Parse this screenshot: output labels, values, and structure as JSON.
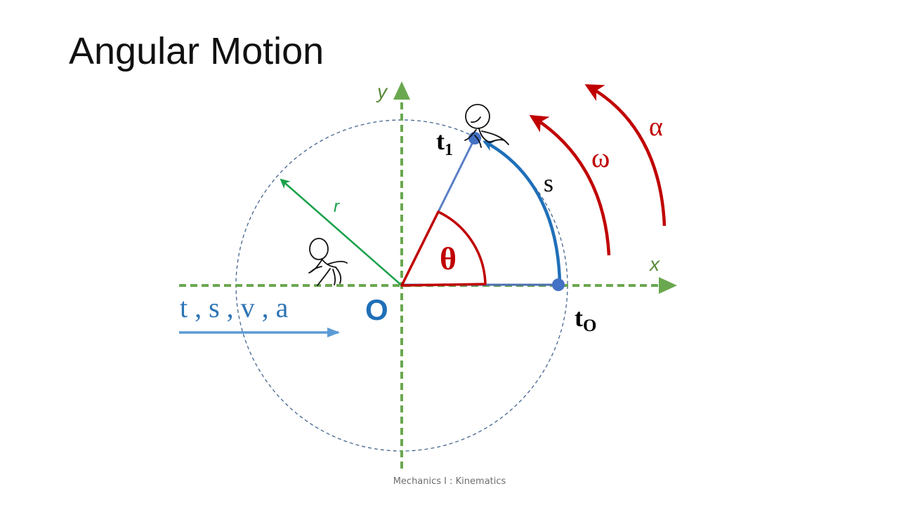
{
  "slide": {
    "title": "Angular Motion",
    "footer": "Mechanics I : Kinematics"
  },
  "diagram": {
    "axis_x_label": "x",
    "axis_y_label": "y",
    "origin_label": "O",
    "radius_label": "r",
    "angle_label": "θ",
    "arc_label": "s",
    "t0_main": "t",
    "t0_sub": "O",
    "t1_main": "t",
    "t1_sub": "1",
    "omega_label": "ω",
    "alpha_label": "α",
    "linear_vars": "t , s , v , a",
    "colors": {
      "axis": "#6aa84f",
      "radius": "#1aa14a",
      "angle": "#c00000",
      "arc": "#1f6fb8",
      "point": "#4472c4",
      "circle": "#44658f",
      "linear": "#2e75b6",
      "linear_arrow": "#5b9bd5",
      "text_dark": "#000000"
    }
  }
}
